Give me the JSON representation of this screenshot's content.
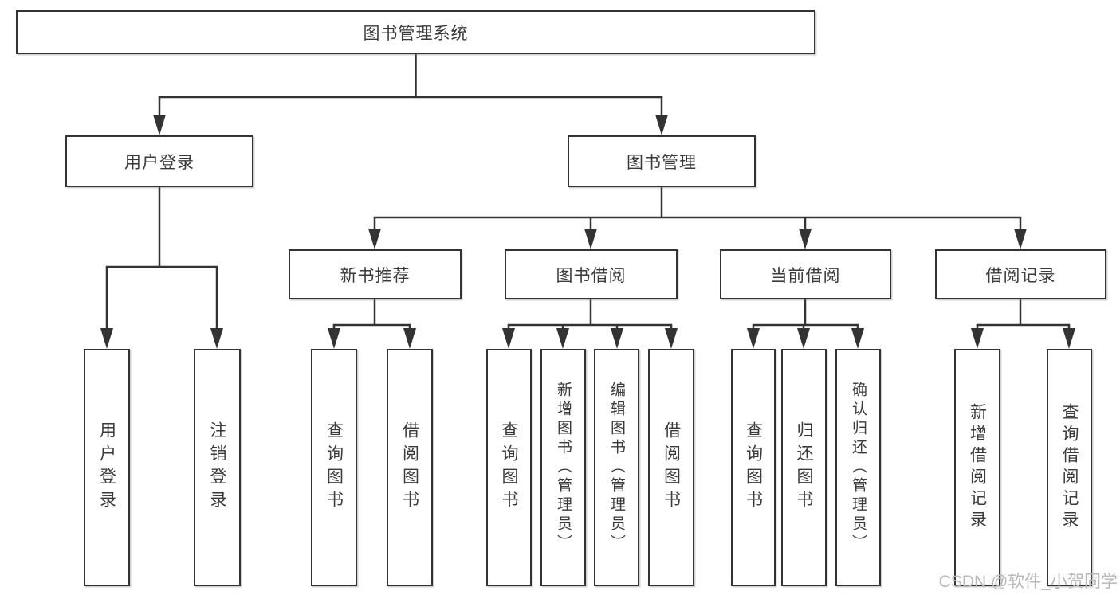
{
  "colors": {
    "line": "#333333",
    "box_border": "#333333",
    "text": "#3a3a3a",
    "watermark": "#b9b9b9",
    "background": "#ffffff"
  },
  "watermark": {
    "text": "CSDN @软件_小贺同学"
  },
  "tree": {
    "root": {
      "label": "图书管理系统",
      "children": [
        {
          "label": "用户登录",
          "children": [
            {
              "label": "用户登录"
            },
            {
              "label": "注销登录"
            }
          ]
        },
        {
          "label": "图书管理",
          "children": [
            {
              "label": "新书推荐",
              "children": [
                {
                  "label": "查询图书"
                },
                {
                  "label": "借阅图书"
                }
              ]
            },
            {
              "label": "图书借阅",
              "children": [
                {
                  "label": "查询图书"
                },
                {
                  "label": "新增图书（管理员）"
                },
                {
                  "label": "编辑图书（管理员）"
                },
                {
                  "label": "借阅图书"
                }
              ]
            },
            {
              "label": "当前借阅",
              "children": [
                {
                  "label": "查询图书"
                },
                {
                  "label": "归还图书"
                },
                {
                  "label": "确认归还（管理员）"
                }
              ]
            },
            {
              "label": "借阅记录",
              "children": [
                {
                  "label": "新增借阅记录"
                },
                {
                  "label": "查询借阅记录"
                }
              ]
            }
          ]
        }
      ]
    }
  }
}
